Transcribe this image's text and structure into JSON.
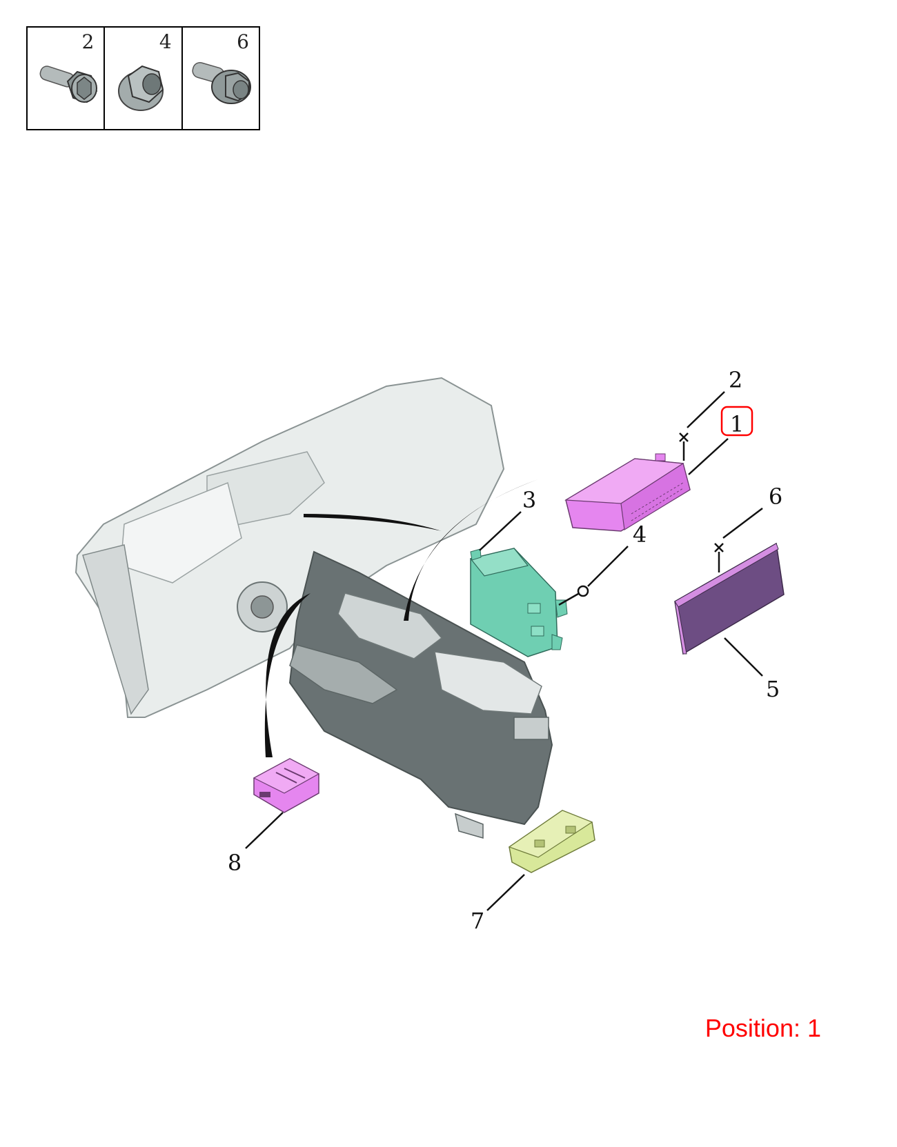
{
  "fastener_legend": [
    {
      "number": "2",
      "icon": "flange-bolt-icon"
    },
    {
      "number": "4",
      "icon": "flange-nut-icon"
    },
    {
      "number": "6",
      "icon": "flange-bolt-icon"
    }
  ],
  "callouts": {
    "c1": "1",
    "c2": "2",
    "c3": "3",
    "c4": "4",
    "c5": "5",
    "c6": "6",
    "c7": "7",
    "c8": "8"
  },
  "highlighted_position": "1",
  "colors": {
    "highlight": "#ff0000",
    "part_pink": "#e586ef",
    "part_mint": "#6fcfb2",
    "part_purple": "#6d4d83",
    "part_yellow": "#d8e89a",
    "dashboard": "#e9edec",
    "console_dark": "#697273"
  },
  "footer": {
    "position_label": "Position: 1"
  }
}
